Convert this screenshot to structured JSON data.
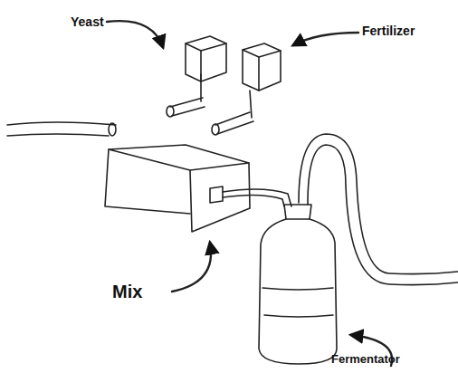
{
  "diagram": {
    "labels": [
      "Yeast",
      "Fertilizer",
      "Mix",
      "Fermentator"
    ]
  }
}
